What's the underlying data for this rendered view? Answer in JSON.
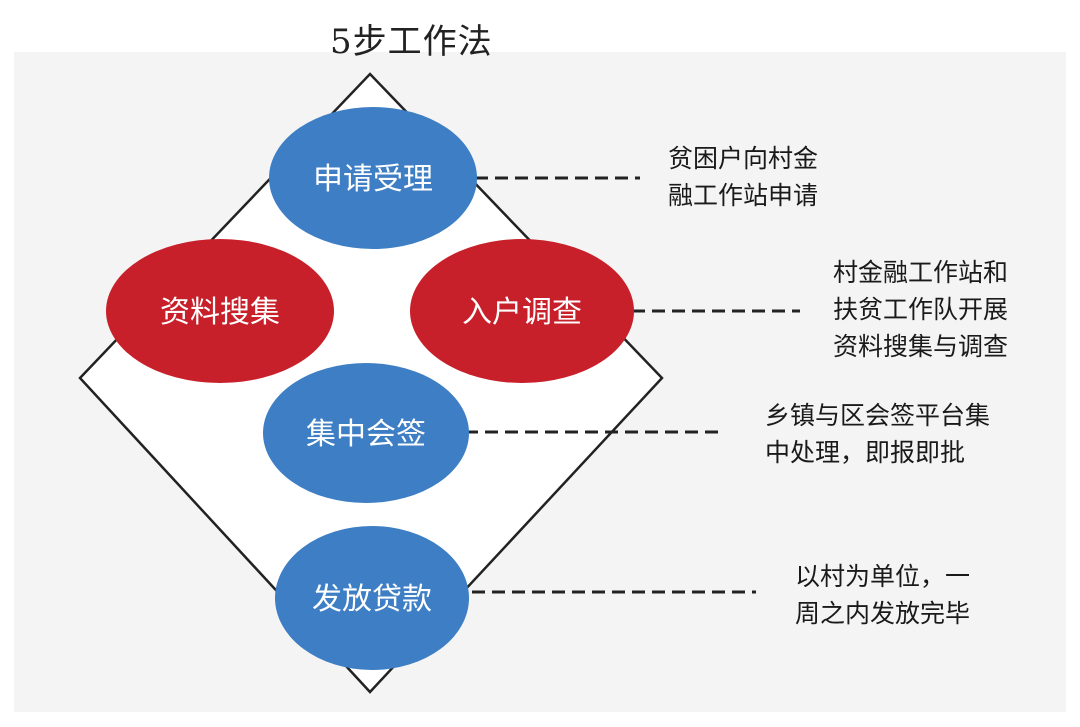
{
  "title": "5步工作法",
  "colors": {
    "blue": "#3d7ec4",
    "red": "#c8202a",
    "panel": "#f4f4f4",
    "line": "#222222"
  },
  "steps": [
    {
      "label": "申请受理",
      "color": "blue",
      "description": [
        "贫困户向村金",
        "融工作站申请"
      ]
    },
    {
      "label": "资料搜集",
      "color": "red",
      "description": []
    },
    {
      "label": "入户调查",
      "color": "red",
      "description": [
        "村金融工作站和",
        "扶贫工作队开展",
        "资料搜集与调查"
      ]
    },
    {
      "label": "集中会签",
      "color": "blue",
      "description": [
        "乡镇与区会签平台集",
        "中处理，即报即批"
      ]
    },
    {
      "label": "发放贷款",
      "color": "blue",
      "description": [
        "以村为单位，一",
        "周之内发放完毕"
      ]
    }
  ]
}
